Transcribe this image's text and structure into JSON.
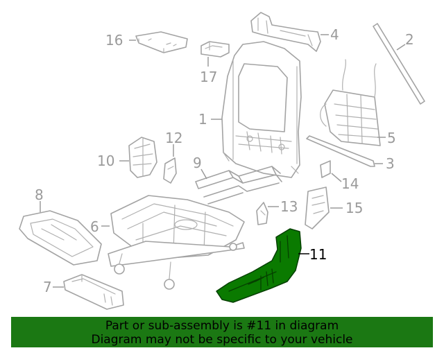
{
  "callouts": {
    "p1": "1",
    "p2": "2",
    "p3": "3",
    "p4": "4",
    "p5": "5",
    "p6": "6",
    "p7": "7",
    "p8": "8",
    "p9": "9",
    "p10": "10",
    "p11": "11",
    "p12": "12",
    "p13": "13",
    "p14": "14",
    "p15": "15",
    "p16": "16",
    "p17": "17"
  },
  "highlighted_part": "11",
  "colors": {
    "highlight": "#0a7a00",
    "banner": "#1b7813",
    "linework": "#a3a3a3",
    "label": "#9a9a9a"
  },
  "banner": {
    "line1": "Part or sub-assembly is #11 in diagram",
    "line2": "Diagram may not be specific to your vehicle"
  }
}
